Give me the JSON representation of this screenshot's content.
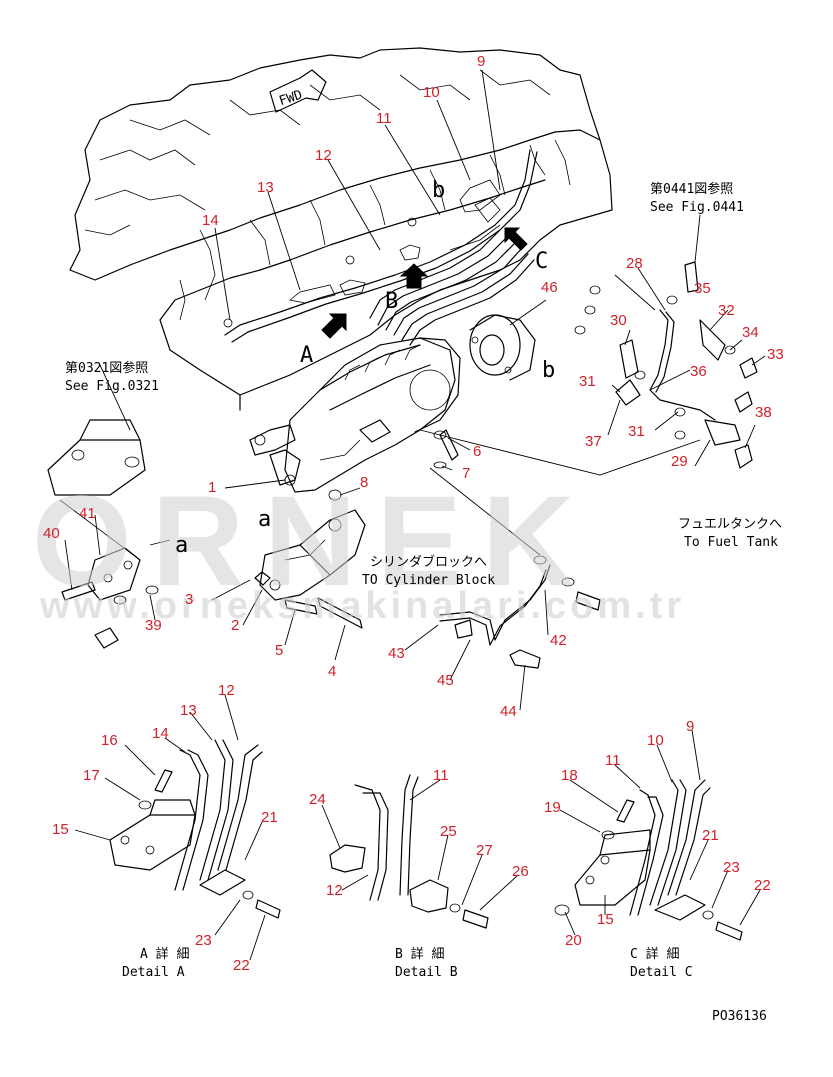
{
  "watermark": {
    "brand": "ORNEK",
    "url": "www.orneksmakinalari.com.tr"
  },
  "direction": {
    "fwd": "FWD"
  },
  "drawing_code": "PO36136",
  "refs": {
    "fig0441_jp": "第0441図参照",
    "fig0441_en": "See Fig.0441",
    "fig0321_jp": "第0321図参照",
    "fig0321_en": "See Fig.0321",
    "fuel_tank_jp": "フュエルタンクへ",
    "fuel_tank_en": "To Fuel Tank",
    "cyl_block_jp": "シリンダブロックへ",
    "cyl_block_en": "TO Cylinder Block"
  },
  "details": {
    "a": {
      "jp": "A 詳 細",
      "en": "Detail A"
    },
    "b": {
      "jp": "B 詳 細",
      "en": "Detail B"
    },
    "c": {
      "jp": "C 詳 細",
      "en": "Detail C"
    }
  },
  "view_letters": {
    "a": "a",
    "b": "b",
    "A": "A",
    "B": "B",
    "C": "C"
  },
  "part_numbers": [
    "1",
    "2",
    "3",
    "4",
    "5",
    "6",
    "7",
    "8",
    "9",
    "10",
    "11",
    "12",
    "13",
    "14",
    "15",
    "16",
    "17",
    "18",
    "19",
    "20",
    "21",
    "22",
    "23",
    "24",
    "25",
    "26",
    "27",
    "28",
    "29",
    "30",
    "31",
    "32",
    "33",
    "34",
    "35",
    "36",
    "37",
    "38",
    "39",
    "40",
    "41",
    "42",
    "43",
    "44",
    "45",
    "46"
  ],
  "detail_labels": {
    "a": [
      "12",
      "13",
      "14",
      "16",
      "17",
      "15",
      "21",
      "23",
      "22"
    ],
    "b": [
      "11",
      "24",
      "25",
      "27",
      "26",
      "12"
    ],
    "c": [
      "9",
      "10",
      "11",
      "18",
      "19",
      "21",
      "23",
      "22",
      "15",
      "20"
    ]
  }
}
